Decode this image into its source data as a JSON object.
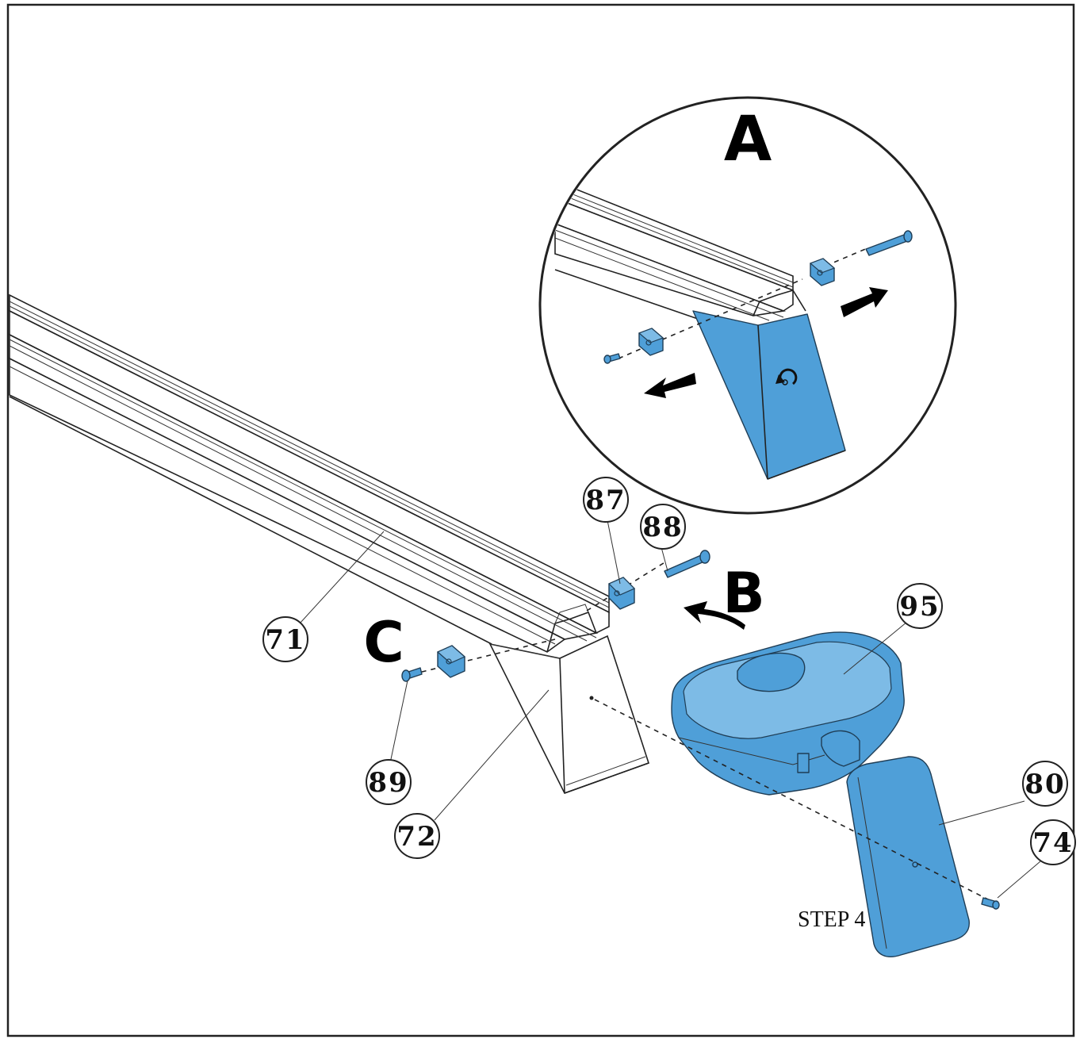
{
  "frame_color": "#222222",
  "part_color": "#4f9fd8",
  "detail_letters": {
    "a": "A",
    "b": "B",
    "c": "C"
  },
  "callouts": {
    "c71": "71",
    "c72": "72",
    "c74": "74",
    "c80": "80",
    "c87": "87",
    "c88": "88",
    "c89": "89",
    "c95": "95"
  },
  "step_label": "STEP 4"
}
